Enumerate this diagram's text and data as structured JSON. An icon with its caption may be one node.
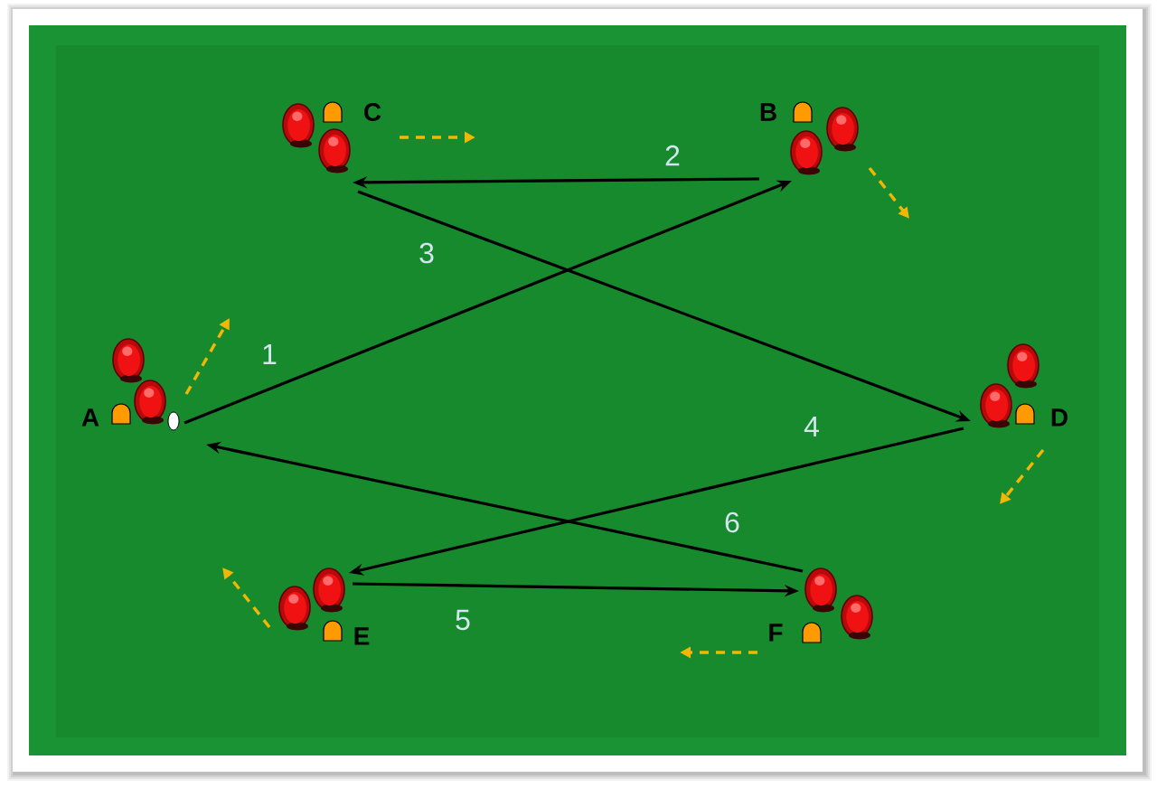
{
  "diagram": {
    "nodes": [
      {
        "text": [
          "C"
        ]
      },
      {
        "text": [
          "B"
        ]
      },
      {
        "text": [
          "A"
        ]
      },
      {
        "text": [
          "D"
        ]
      },
      {
        "text": [
          "E"
        ]
      },
      {
        "text": [
          "F"
        ]
      }
    ],
    "edges": [
      {
        "from": 2,
        "to": 1,
        "arrow": "to",
        "label": "1"
      },
      {
        "from": 1,
        "to": 0,
        "arrow": "to",
        "label": "2"
      },
      {
        "from": 0,
        "to": 3,
        "arrow": "to",
        "label": "3"
      },
      {
        "from": 3,
        "to": 4,
        "arrow": "to",
        "label": "4"
      },
      {
        "from": 4,
        "to": 5,
        "arrow": "to",
        "label": "5"
      },
      {
        "from": 5,
        "to": 2,
        "arrow": "to",
        "label": "6"
      }
    ]
  }
}
